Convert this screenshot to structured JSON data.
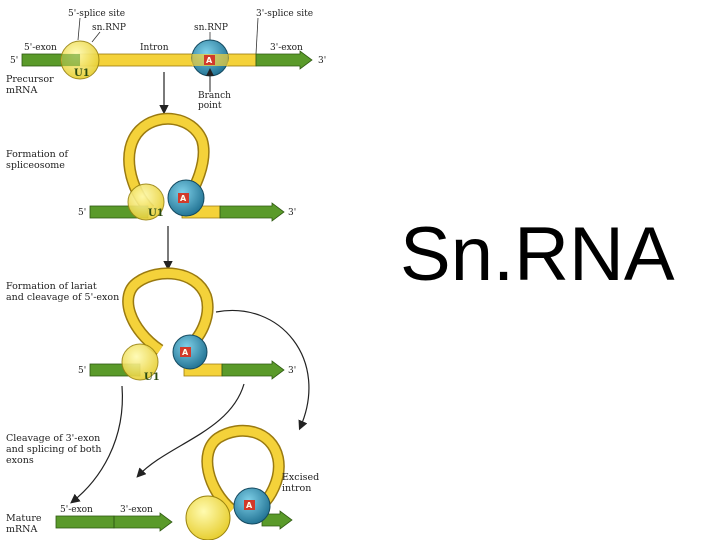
{
  "title": "Sn.RNA",
  "labels": {
    "five_exon": "5'-exon",
    "five_splice_site": "5'-splice site",
    "snrnp_left": "sn.RNP",
    "snrnp_right": "sn.RNP",
    "intron": "Intron",
    "three_splice_site": "3'-splice site",
    "three_exon": "3'-exon",
    "u1": "U1",
    "a_mark": "A",
    "five_prime": "5'",
    "three_prime": "3'",
    "precursor_mrna": [
      "Precursor",
      "mRNA"
    ],
    "branch_point": [
      "Branch",
      "point"
    ],
    "formation_spliceosome": [
      "Formation of",
      "spliceosome"
    ],
    "formation_lariat": [
      "Formation of lariat",
      "and cleavage of 5'-exon"
    ],
    "cleavage_splicing": [
      "Cleavage of 3'-exon",
      "and splicing of both",
      "exons"
    ],
    "excised_intron": [
      "Excised",
      "intron"
    ],
    "mature_mrna": [
      "Mature",
      "mRNA"
    ],
    "mature_five_exon": "5'-exon",
    "mature_three_exon": "3'-exon"
  },
  "colors": {
    "exon": "#5a9a2a",
    "intron": "#f4d23a",
    "snrnp_blue": "#2c8fb0",
    "u1_yellow": "#f2e15a",
    "branch_red": "#d23a2a"
  }
}
